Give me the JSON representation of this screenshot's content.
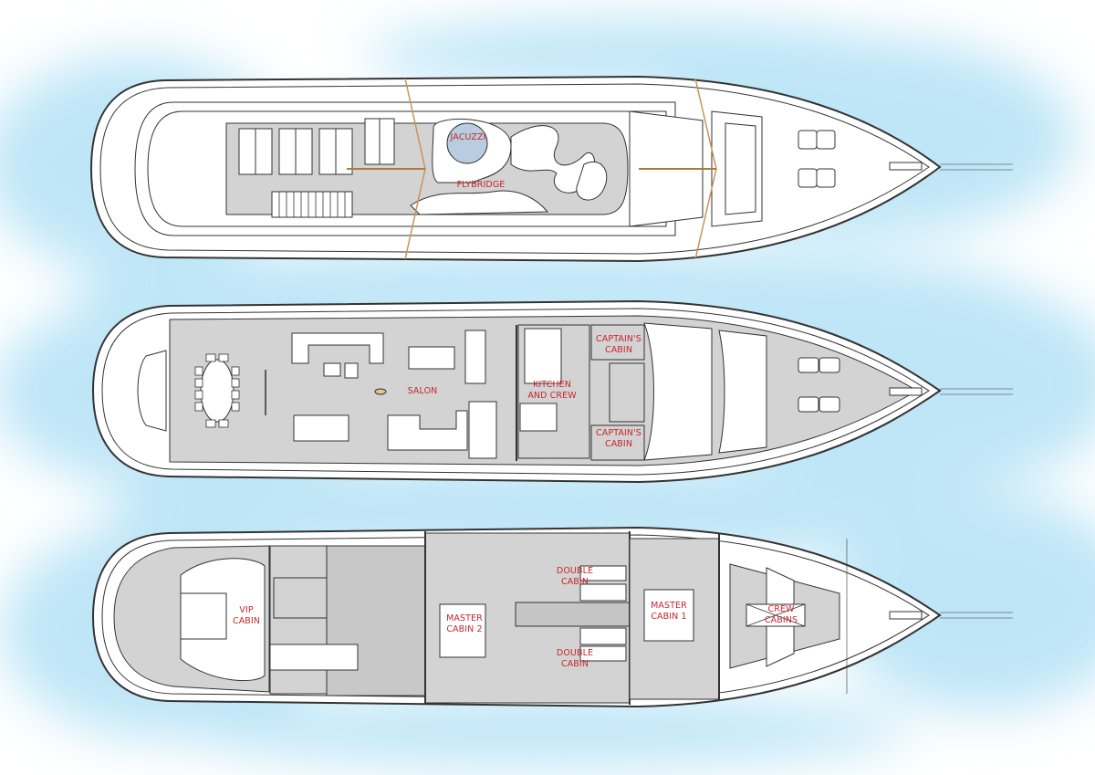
{
  "diagram": {
    "type": "yacht deck plan",
    "colors": {
      "water": "#bfe6f7",
      "deck_fill": "#d3d3d3",
      "hull_fill": "#ffffff",
      "outline": "#333333",
      "label": "#c8262c",
      "jacuzzi": "#b9cde0",
      "mast_line": "#c9935a"
    },
    "decks": [
      {
        "name": "flybridge-deck",
        "labels": [
          {
            "id": "jacuzzi",
            "text": "JACUZZI"
          },
          {
            "id": "flybridge",
            "text": "FLYBRIDGE"
          }
        ]
      },
      {
        "name": "main-deck",
        "labels": [
          {
            "id": "salon",
            "text": "SALON"
          },
          {
            "id": "kitchen",
            "text": "KITCHEN\nAND CREW"
          },
          {
            "id": "captain-cabin-1",
            "text": "CAPTAIN'S\nCABIN"
          },
          {
            "id": "captain-cabin-2",
            "text": "CAPTAIN'S\nCABIN"
          }
        ]
      },
      {
        "name": "lower-deck",
        "labels": [
          {
            "id": "vip-cabin",
            "text": "VIP\nCABIN"
          },
          {
            "id": "master-cabin-2",
            "text": "MASTER\nCABIN 2"
          },
          {
            "id": "double-cabin-1",
            "text": "DOUBLE\nCABIN"
          },
          {
            "id": "double-cabin-2",
            "text": "DOUBLE\nCABIN"
          },
          {
            "id": "master-cabin-1",
            "text": "MASTER\nCABIN 1"
          },
          {
            "id": "crew-cabins",
            "text": "CREW\nCABINS"
          }
        ]
      }
    ]
  }
}
